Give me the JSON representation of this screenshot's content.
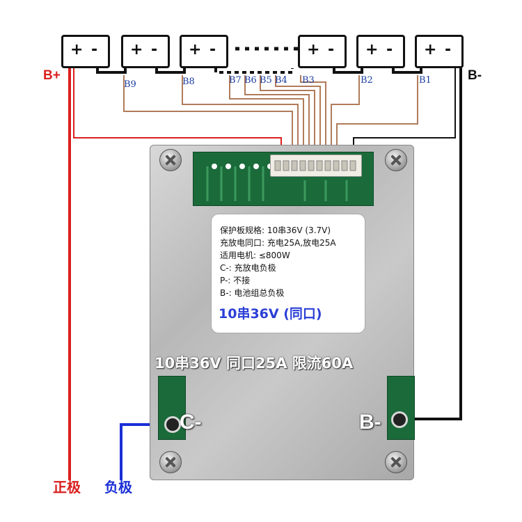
{
  "cells": [
    {
      "plus": "+",
      "minus": "-"
    },
    {
      "plus": "+",
      "minus": "-"
    },
    {
      "plus": "+",
      "minus": "-"
    },
    {
      "plus": "+",
      "minus": "-"
    },
    {
      "plus": "+",
      "minus": "-"
    },
    {
      "plus": "+",
      "minus": "-"
    }
  ],
  "balance_labels": [
    "B9",
    "B8",
    "B7",
    "B6",
    "B5",
    "B4",
    "B3",
    "B2",
    "B1"
  ],
  "terminals": {
    "b_plus": "B+",
    "b_minus": "B-",
    "c_minus_pad": "C-",
    "b_minus_pad": "B-"
  },
  "spec_label": {
    "line1": "保护板规格: 10串36V (3.7V)",
    "line2": "充放电同口: 充电25A,放电25A",
    "line3": "适用电机: ≤800W",
    "line4": "C-: 充放电负极",
    "line5": "P-: 不接",
    "line6": "B-: 电池组总负极",
    "title": "10串36V (同口)"
  },
  "banner": "10串36V 同口25A 限流60A",
  "bottom_labels": {
    "positive": "正极",
    "negative": "负极"
  },
  "colors": {
    "positive_wire": "#d9201f",
    "negative_wire": "#1a2fd6",
    "balance_wire": "#b07b5a",
    "b_minus_wire": "#111111",
    "label_title": "#2b3fd6"
  }
}
